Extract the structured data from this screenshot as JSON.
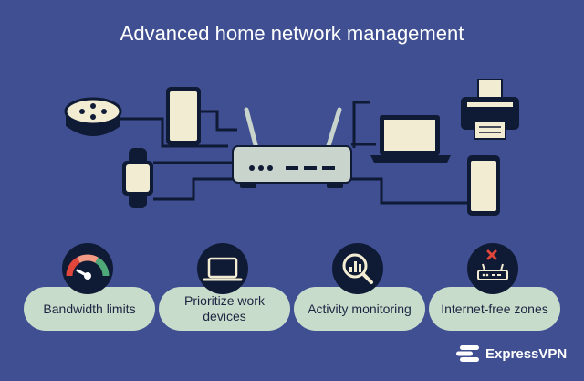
{
  "title": "Advanced home network management",
  "features": [
    {
      "label": "Bandwidth limits",
      "icon": "speedometer-icon"
    },
    {
      "label": "Prioritize work devices",
      "icon": "laptop-icon"
    },
    {
      "label": "Activity monitoring",
      "icon": "magnifier-chart-icon"
    },
    {
      "label": "Internet-free zones",
      "icon": "router-blocked-icon"
    }
  ],
  "brand": {
    "name": "ExpressVPN",
    "icon": "expressvpn-logo-icon"
  },
  "colors": {
    "background": "#3f4f91",
    "pill": "#c8dccb",
    "device": "#f2ecd2",
    "dark": "#0f1a35",
    "router": "#c9d4cd",
    "accent_red": "#e0473a"
  }
}
